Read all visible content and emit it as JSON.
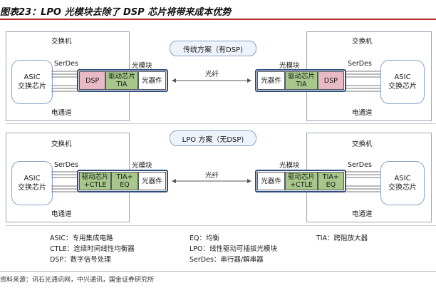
{
  "title": "图表23：LPO 光模块去除了 DSP 芯片将带来成本优势",
  "source": "资料来源：讯石光通讯网，中兴通讯，国金证券研究所",
  "top": {
    "scheme": "传统方案（有DSP)",
    "left": {
      "switch": "交换机",
      "serdes": "SerDes",
      "module": "光模块",
      "channel": "电通道",
      "asic1": "ASIC",
      "asic2": "交换芯片",
      "cells": [
        {
          "l1": "DSP",
          "l2": ""
        },
        {
          "l1": "驱动芯片",
          "l2": "TIA"
        },
        {
          "l1": "光器件",
          "l2": ""
        }
      ]
    },
    "fiber": "光纤",
    "right": {
      "switch": "交换机",
      "serdes": "SerDes",
      "module": "光模块",
      "channel": "电通道",
      "asic1": "ASIC",
      "asic2": "交换芯片",
      "cells": [
        {
          "l1": "光器件",
          "l2": ""
        },
        {
          "l1": "驱动芯片",
          "l2": "TIA"
        },
        {
          "l1": "DSP",
          "l2": ""
        }
      ]
    }
  },
  "bottom": {
    "scheme": "LPO 方案（无DSP)",
    "left": {
      "switch": "交换机",
      "serdes": "SerDes",
      "module": "光模块",
      "channel": "电通道",
      "asic1": "ASIC",
      "asic2": "交换芯片",
      "cells": [
        {
          "l1": "驱动芯片",
          "l2": "+CTLE"
        },
        {
          "l1": "TIA+",
          "l2": "EQ"
        },
        {
          "l1": "光器件",
          "l2": ""
        }
      ]
    },
    "fiber": "光纤",
    "right": {
      "switch": "交换机",
      "serdes": "SerDes",
      "module": "光模块",
      "channel": "电通道",
      "asic1": "ASIC",
      "asic2": "交换芯片",
      "cells": [
        {
          "l1": "光器件",
          "l2": ""
        },
        {
          "l1": "驱动芯片",
          "l2": "+CTLE"
        },
        {
          "l1": "TIA+",
          "l2": "EQ"
        }
      ]
    }
  },
  "legend": [
    [
      "ASIC：专用集成电路",
      "EQ：均衡",
      "TIA：跨阻放大器"
    ],
    [
      "CTLE：连续时间线性均衡器",
      "LPO：线性驱动可插拔光模块",
      ""
    ],
    [
      "DSP：数字信号处理",
      "SerDes：串行器/解串器",
      ""
    ]
  ],
  "colors": {
    "dsp": "#e9b9c5",
    "driver": "#a7c88a",
    "module_border": "#2e4f7e",
    "title_rule": "#b8282c"
  }
}
